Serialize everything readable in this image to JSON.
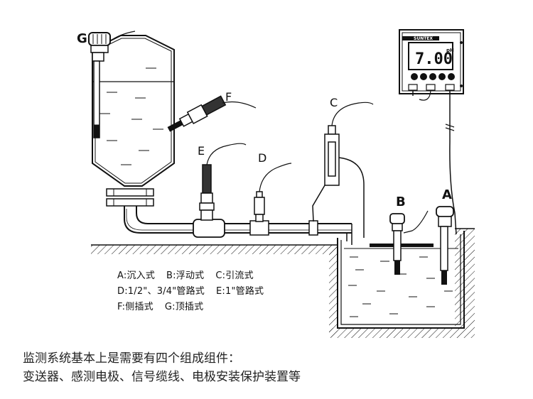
{
  "labels": {
    "A": "A",
    "B": "B",
    "C": "C",
    "D": "D",
    "E": "E",
    "F": "F",
    "G": "G"
  },
  "transmitter": {
    "brand": "SUNTEX",
    "reading": "7.00",
    "unit": "pH"
  },
  "legend": {
    "row1": [
      "A:沉入式",
      "B:浮动式",
      "C:引流式"
    ],
    "row2": [
      "D:1/2\"、3/4\"管路式",
      "E:1\"管路式"
    ],
    "row3": [
      "F:侧插式",
      "G:顶插式"
    ]
  },
  "summary": {
    "line1": "监测系统基本上是需要有四个组成组件：",
    "line2": "变送器、感测电极、信号缆线、电极安装保护装置等"
  },
  "colors": {
    "stroke": "#111111",
    "background": "#ffffff"
  }
}
